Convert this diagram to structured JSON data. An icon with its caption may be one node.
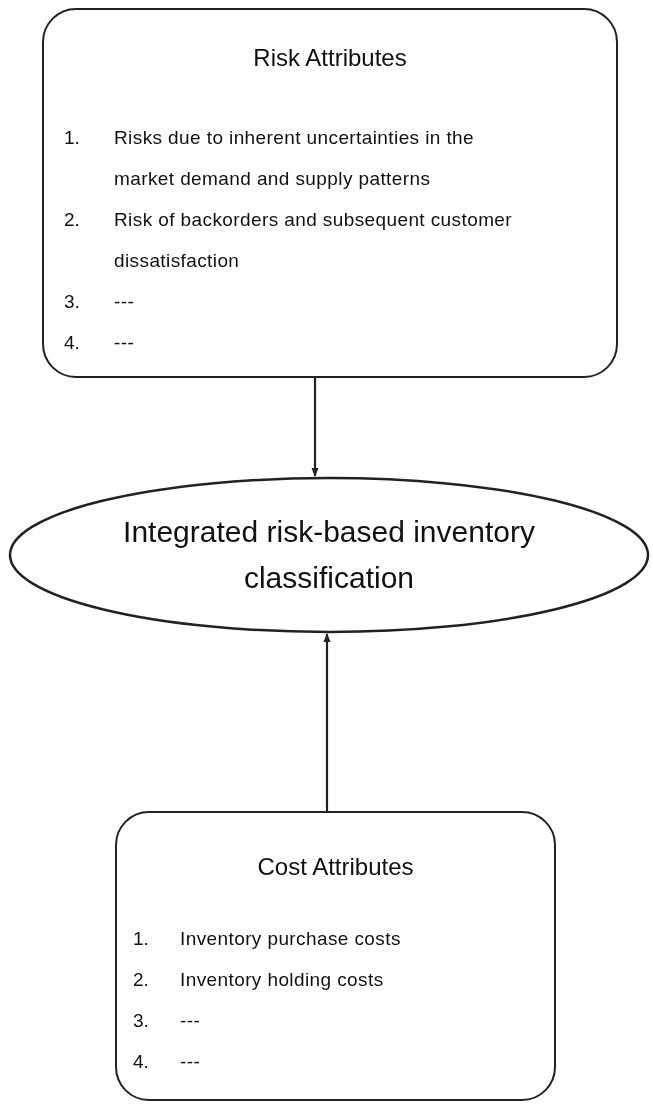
{
  "diagram": {
    "nodes": [
      {
        "text": [
          "Risk Attributes",
          "1. Risks due to inherent uncertainties in the market demand and supply patterns",
          "2. Risk of backorders and subsequent customer dissatisfaction",
          "3. ---",
          "4. ---"
        ]
      },
      {
        "text": [
          "Integrated risk-based inventory classification"
        ]
      },
      {
        "text": [
          "Cost Attributes",
          "1. Inventory purchase costs",
          "2. Inventory holding costs",
          "3. ---",
          "4. ---"
        ]
      }
    ],
    "edges": [
      {
        "from": 0,
        "to": 1,
        "arrow": "to"
      },
      {
        "from": 2,
        "to": 1,
        "arrow": "to"
      }
    ]
  }
}
